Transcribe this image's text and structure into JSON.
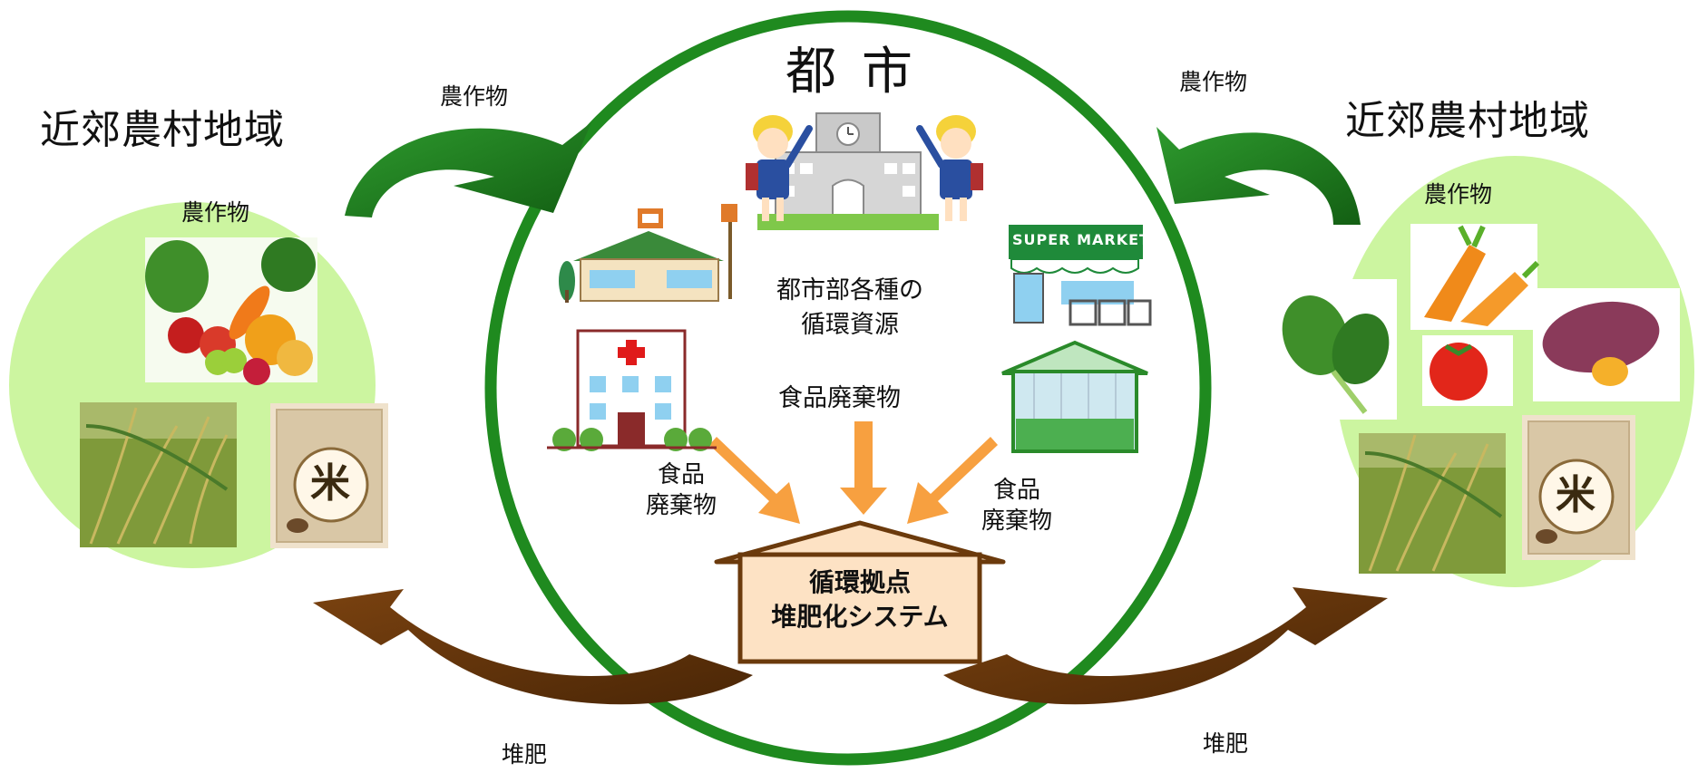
{
  "regions": {
    "left_title": "近郊農村地域",
    "right_title": "近郊農村地域",
    "left_crops_label": "農作物",
    "right_crops_label": "農作物"
  },
  "city": {
    "title": "都市",
    "resources_label": "都市部各種の\n循環資源",
    "food_waste_center": "食品廃棄物",
    "food_waste_left": "食品\n廃棄物",
    "food_waste_right": "食品\n廃棄物"
  },
  "hub": {
    "line1": "循環拠点",
    "line2": "堆肥化システム"
  },
  "flows": {
    "crops_left": "農作物",
    "crops_right": "農作物",
    "compost_left": "堆肥",
    "compost_right": "堆肥"
  },
  "icons": {
    "rice_bag_char": "米",
    "supermarket_sign": "SUPER MARKET"
  },
  "colors": {
    "city_ring": "#1f8a1f",
    "rural_bg": "#ccf5a0",
    "crop_arrow": "#1e7a1e",
    "compost_arrow": "#6b3a0c",
    "waste_arrow": "#f7a040",
    "hub_fill": "#fde2c4",
    "hub_stroke": "#6b3a0c"
  }
}
